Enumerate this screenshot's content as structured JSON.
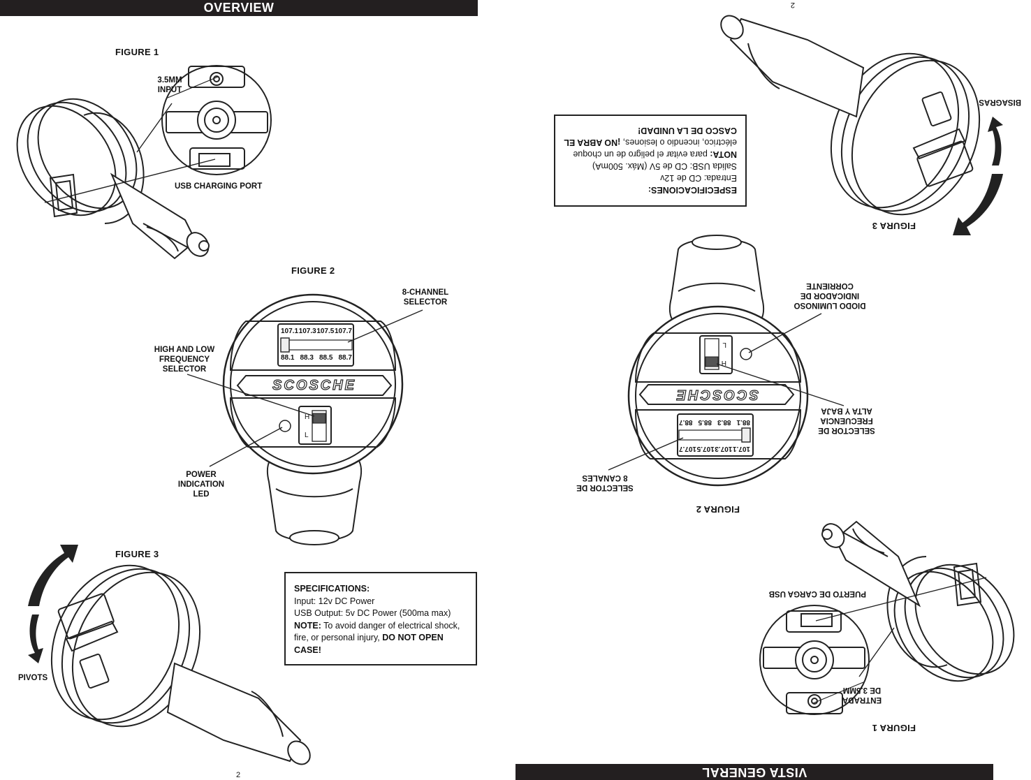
{
  "english": {
    "header": "OVERVIEW",
    "figure1": {
      "title": "FIGURE 1",
      "label_input_line1": "3.5MM",
      "label_input_line2": "INPUT",
      "label_usb": "USB CHARGING PORT"
    },
    "figure2": {
      "title": "FIGURE 2",
      "label_channel_line1": "8-CHANNEL",
      "label_channel_line2": "SELECTOR",
      "label_freq_line1": "HIGH AND LOW",
      "label_freq_line2": "FREQUENCY",
      "label_freq_line3": "SELECTOR",
      "label_led_line1": "POWER",
      "label_led_line2": "INDICATION",
      "label_led_line3": "LED"
    },
    "figure3": {
      "title": "FIGURE 3",
      "label_pivots": "PIVOTS"
    },
    "specs": {
      "title": "SPECIFICATIONS:",
      "input": "Input: 12v DC Power",
      "usb": "USB Output: 5v DC Power (500ma max)",
      "note_label": "NOTE:",
      "note_text": " To avoid danger of electrical shock, fire, or personal injury, ",
      "note_bold": "DO NOT OPEN CASE!"
    },
    "page_number": "2"
  },
  "spanish": {
    "header": "VISTA GENERAL",
    "figure1": {
      "title": "FIGURA 1",
      "label_input_line1": "ENTRADA",
      "label_input_line2": "DE 3,5MM",
      "label_usb": "PUERTO DE CARGA USB"
    },
    "figure2": {
      "title": "FIGURA 2",
      "label_channel_line1": "SELECTOR DE",
      "label_channel_line2": "8 CANALES",
      "label_freq_line1": "SELECTOR DE",
      "label_freq_line2": "FRECUENCIA",
      "label_freq_line3": "ALTA Y BAJA",
      "label_led_line1": "DIODO LUMINOSO",
      "label_led_line2": "INDICADOR DE",
      "label_led_line3": "CORRIENTE"
    },
    "figure3": {
      "title": "FIGURA 3",
      "label_pivots": "BISAGRAS"
    },
    "specs": {
      "title": "ESPECIFICACIONES:",
      "input": "Entrada: CD de 12v",
      "usb": "Salida USB: CD de 5V (Máx. 500mA)",
      "note_label": "NOTA:",
      "note_text": " para evitar el peligro de un choque eléctrico, incendio o lesiones, ",
      "note_bold": "¡NO ABRA EL CASCO DE LA UNIDAD!"
    },
    "page_number": "2"
  },
  "device": {
    "brand": "SCOSCHE",
    "channels_high": [
      "107.1",
      "107.3",
      "107.5",
      "107.7"
    ],
    "channels_low": [
      "88.1",
      "88.3",
      "88.5",
      "88.7"
    ],
    "switch_high": "H",
    "switch_low": "L"
  }
}
